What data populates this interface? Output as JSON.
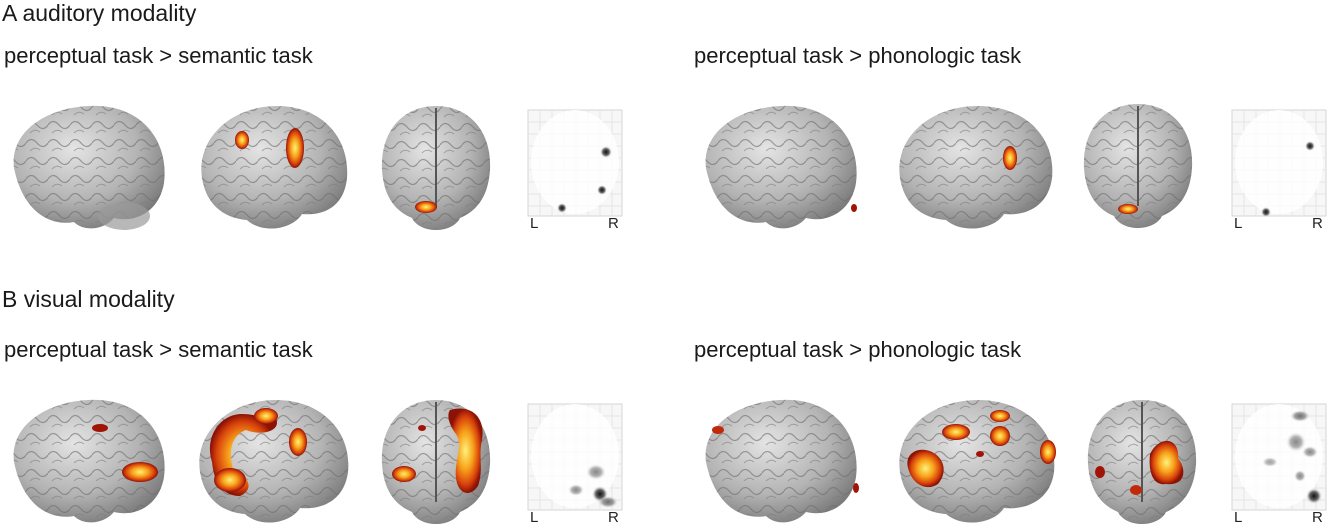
{
  "sections": [
    {
      "title": "A auditory modality",
      "panels": [
        {
          "condition": "perceptual task > semantic task",
          "glass_left": "L",
          "glass_right": "R"
        },
        {
          "condition": "perceptual task > phonologic task",
          "glass_left": "L",
          "glass_right": "R"
        }
      ]
    },
    {
      "title": "B visual modality",
      "panels": [
        {
          "condition": "perceptual task > semantic task",
          "glass_left": "L",
          "glass_right": "R"
        },
        {
          "condition": "perceptual task > phonologic task",
          "glass_left": "L",
          "glass_right": "R"
        }
      ]
    }
  ],
  "colors": {
    "brain": "#b8b8b8",
    "activation_hot": "#f5d020",
    "activation_mid": "#e86a10",
    "activation_low": "#a01408"
  }
}
